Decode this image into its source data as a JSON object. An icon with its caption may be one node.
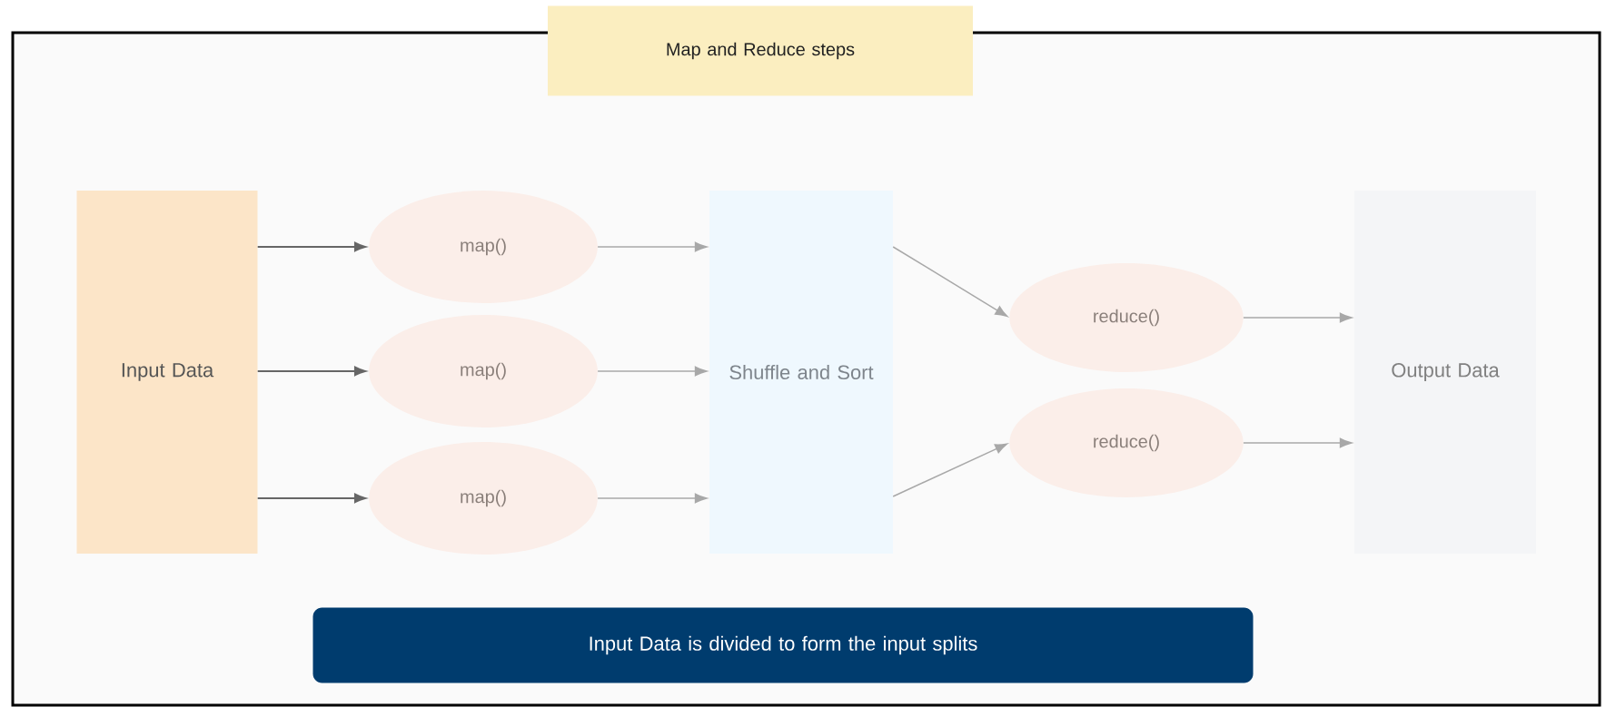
{
  "diagram": {
    "nodes": [
      {
        "text": [
          "Map and Reduce steps"
        ]
      },
      {
        "text": [
          "Input Data"
        ]
      },
      {
        "text": [
          "map()"
        ]
      },
      {
        "text": [
          "map()"
        ]
      },
      {
        "text": [
          "map()"
        ]
      },
      {
        "text": [
          "Shuffle and Sort"
        ]
      },
      {
        "text": [
          "reduce()"
        ]
      },
      {
        "text": [
          "reduce()"
        ]
      },
      {
        "text": [
          "Output Data"
        ]
      },
      {
        "text": [
          "Input Data is divided to form the input splits"
        ]
      }
    ],
    "edges": [
      {
        "from": 1,
        "to": 2,
        "arrow": "to",
        "color": "#666666"
      },
      {
        "from": 1,
        "to": 3,
        "arrow": "to",
        "color": "#666666"
      },
      {
        "from": 1,
        "to": 4,
        "arrow": "to",
        "color": "#666666"
      },
      {
        "from": 2,
        "to": 5,
        "arrow": "to"
      },
      {
        "from": 3,
        "to": 5,
        "arrow": "to"
      },
      {
        "from": 4,
        "to": 5,
        "arrow": "to"
      },
      {
        "from": 5,
        "to": 6,
        "arrow": "to"
      },
      {
        "from": 5,
        "to": 7,
        "arrow": "to"
      },
      {
        "from": 6,
        "to": 8,
        "arrow": "to"
      },
      {
        "from": 7,
        "to": 8,
        "arrow": "to"
      }
    ]
  }
}
